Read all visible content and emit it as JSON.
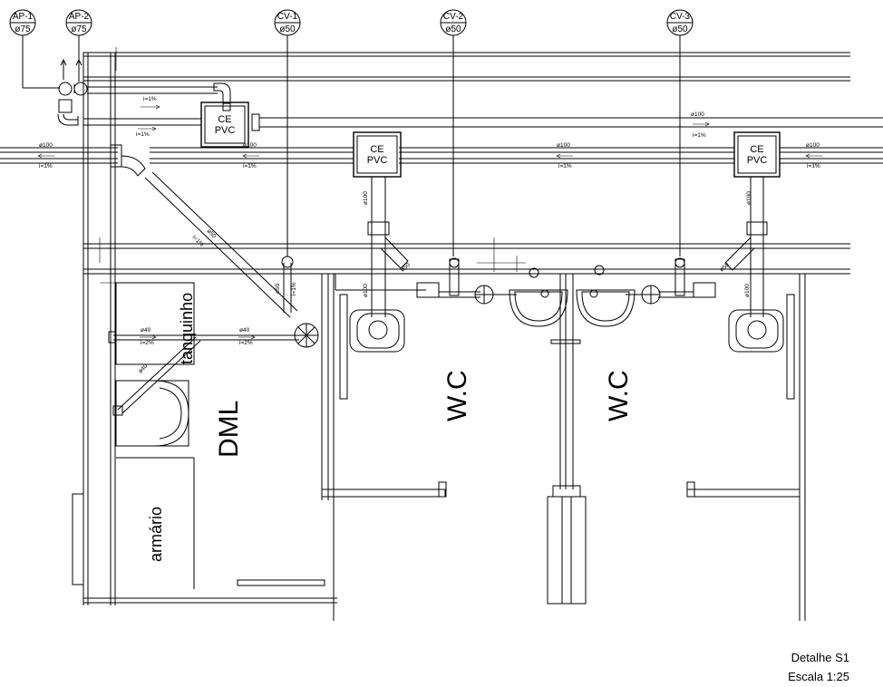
{
  "stacks": [
    {
      "id": "AP-1",
      "dia": "ø75"
    },
    {
      "id": "AP-2",
      "dia": "ø75"
    },
    {
      "id": "CV-1",
      "dia": "ø50"
    },
    {
      "id": "CV-2",
      "dia": "ø50"
    },
    {
      "id": "CV-3",
      "dia": "ø50"
    }
  ],
  "boxes": [
    {
      "line1": "CE",
      "line2": "PVC"
    },
    {
      "line1": "CE",
      "line2": "PVC"
    },
    {
      "line1": "CE",
      "line2": "PVC"
    }
  ],
  "pipe_labels": {
    "i1": "i=1%",
    "i2": "i=2%",
    "d100": "ø100",
    "d50": "ø50",
    "d40": "ø40"
  },
  "rooms": {
    "dml": "DML",
    "tanquinho": "tanquinho",
    "armario": "armário",
    "wc_left": "W.C",
    "wc_right": "W.C"
  },
  "footer": {
    "title": "Detalhe S1",
    "scale": "Escala 1:25"
  }
}
